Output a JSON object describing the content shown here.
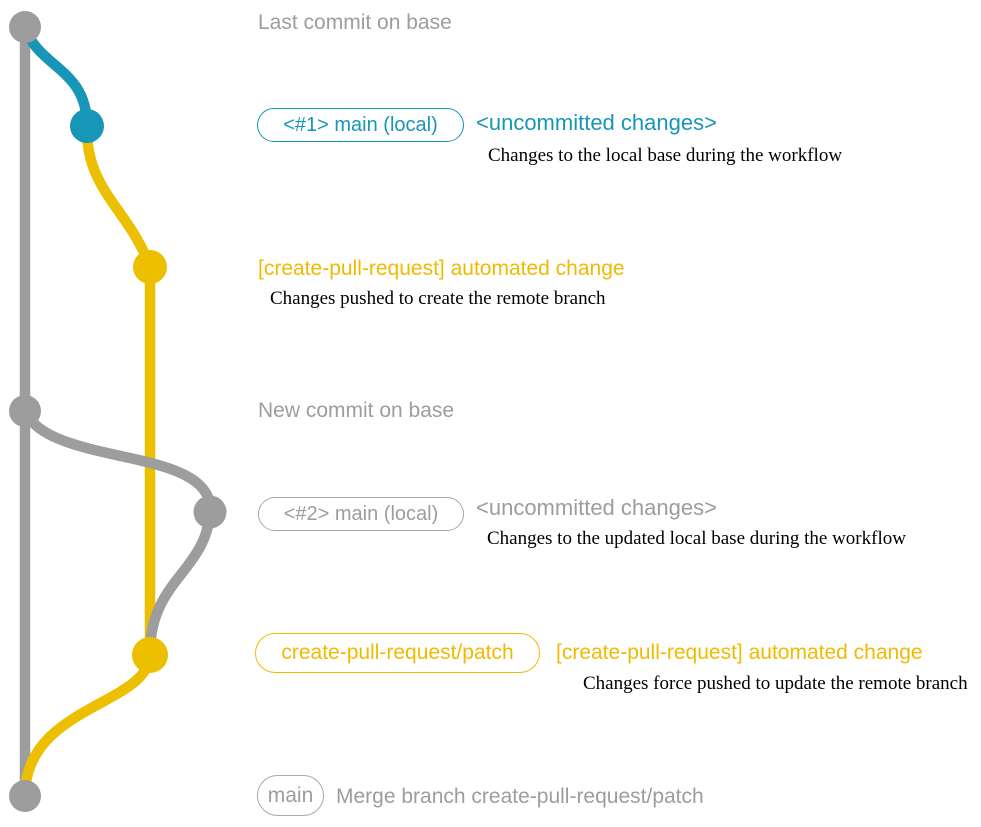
{
  "colors": {
    "graph_gray": "#9d9d9d",
    "graph_teal": "#1896b8",
    "graph_yellow": "#ecc001",
    "text_yellow": "#f0ba01",
    "description_black": "#000000"
  },
  "graph": {
    "branches": [
      {
        "name": "base",
        "color": "#9d9d9d"
      },
      {
        "name": "main (local)",
        "color": "#1896b8"
      },
      {
        "name": "create-pull-request/patch",
        "color": "#ecc001"
      }
    ],
    "commits": [
      {
        "id": "last-commit-on-base",
        "branch": "base",
        "color": "#9d9d9d"
      },
      {
        "id": "main-local-1",
        "branch": "main (local)",
        "color": "#1896b8"
      },
      {
        "id": "automated-change-1",
        "branch": "create-pull-request/patch",
        "color": "#ecc001"
      },
      {
        "id": "new-commit-on-base",
        "branch": "base",
        "color": "#9d9d9d"
      },
      {
        "id": "main-local-2",
        "branch": "main (local)",
        "color": "#9d9d9d"
      },
      {
        "id": "automated-change-2",
        "branch": "create-pull-request/patch",
        "color": "#ecc001"
      },
      {
        "id": "merge-commit",
        "branch": "base",
        "color": "#9d9d9d"
      }
    ]
  },
  "annotations": {
    "last_commit": "Last commit on base",
    "row1": {
      "badge": "<#1> main (local)",
      "title": "<uncommitted changes>",
      "desc": "Changes to the local base during the workflow"
    },
    "row2": {
      "title": "[create-pull-request] automated change",
      "desc": "Changes pushed to create the remote branch"
    },
    "new_commit": "New commit on base",
    "row3": {
      "badge": "<#2> main (local)",
      "title": "<uncommitted changes>",
      "desc": "Changes to the updated local base during the workflow"
    },
    "row4": {
      "badge": "create-pull-request/patch",
      "title": "[create-pull-request] automated change",
      "desc": "Changes force pushed to update the remote branch"
    },
    "row5": {
      "badge": "main",
      "title": "Merge branch create-pull-request/patch"
    }
  }
}
